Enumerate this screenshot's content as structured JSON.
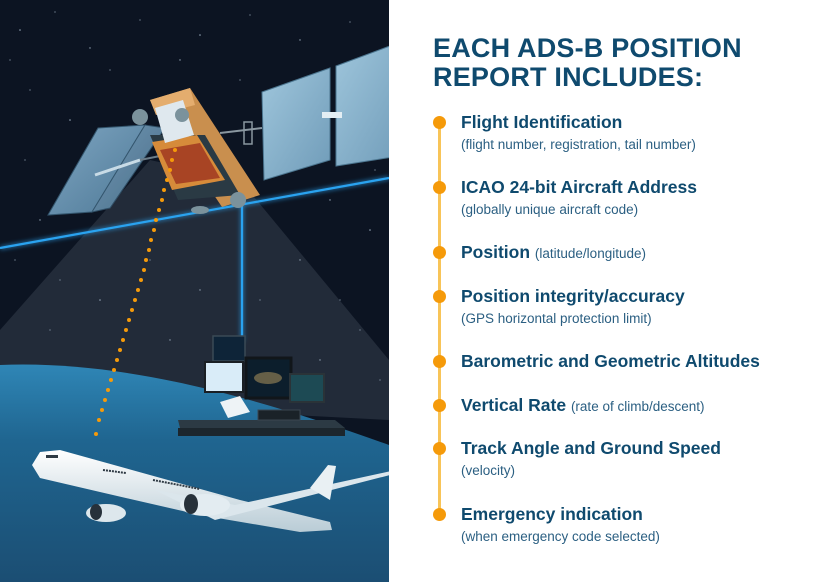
{
  "heading": {
    "line1": "EACH ADS-B POSITION",
    "line2": "REPORT INCLUDES:"
  },
  "items": [
    {
      "title": "Flight Identification",
      "inline_detail": "",
      "detail": "(flight number, registration, tail number)"
    },
    {
      "title": "ICAO 24-bit Aircraft Address",
      "inline_detail": "",
      "detail": "(globally unique aircraft code)"
    },
    {
      "title": "Position",
      "inline_detail": "(latitude/longitude)",
      "detail": ""
    },
    {
      "title": "Position integrity/accuracy",
      "inline_detail": "",
      "detail": "(GPS horizontal protection limit)"
    },
    {
      "title": "Barometric and Geometric Altitudes",
      "inline_detail": "",
      "detail": ""
    },
    {
      "title": "Vertical Rate",
      "inline_detail": "(rate of climb/descent)",
      "detail": ""
    },
    {
      "title": "Track Angle and Ground Speed",
      "inline_detail": "",
      "detail": "(velocity)"
    },
    {
      "title": "Emergency indication",
      "inline_detail": "",
      "detail": "(when emergency code selected)"
    }
  ],
  "illustration": {
    "elements": [
      "satellite",
      "solar-panels",
      "signal-beam",
      "orange-dotted-signal-path",
      "ground-station-monitors",
      "airplane",
      "earth-horizon",
      "starfield"
    ]
  },
  "colors": {
    "heading": "#0f4a6e",
    "body_text": "#2b5f82",
    "timeline_dot": "#f59a0a",
    "timeline_line": "#f8c458",
    "space_bg": "#0c1422",
    "earth": "#1e5f88",
    "beam_glow": "#2aa3f0"
  }
}
